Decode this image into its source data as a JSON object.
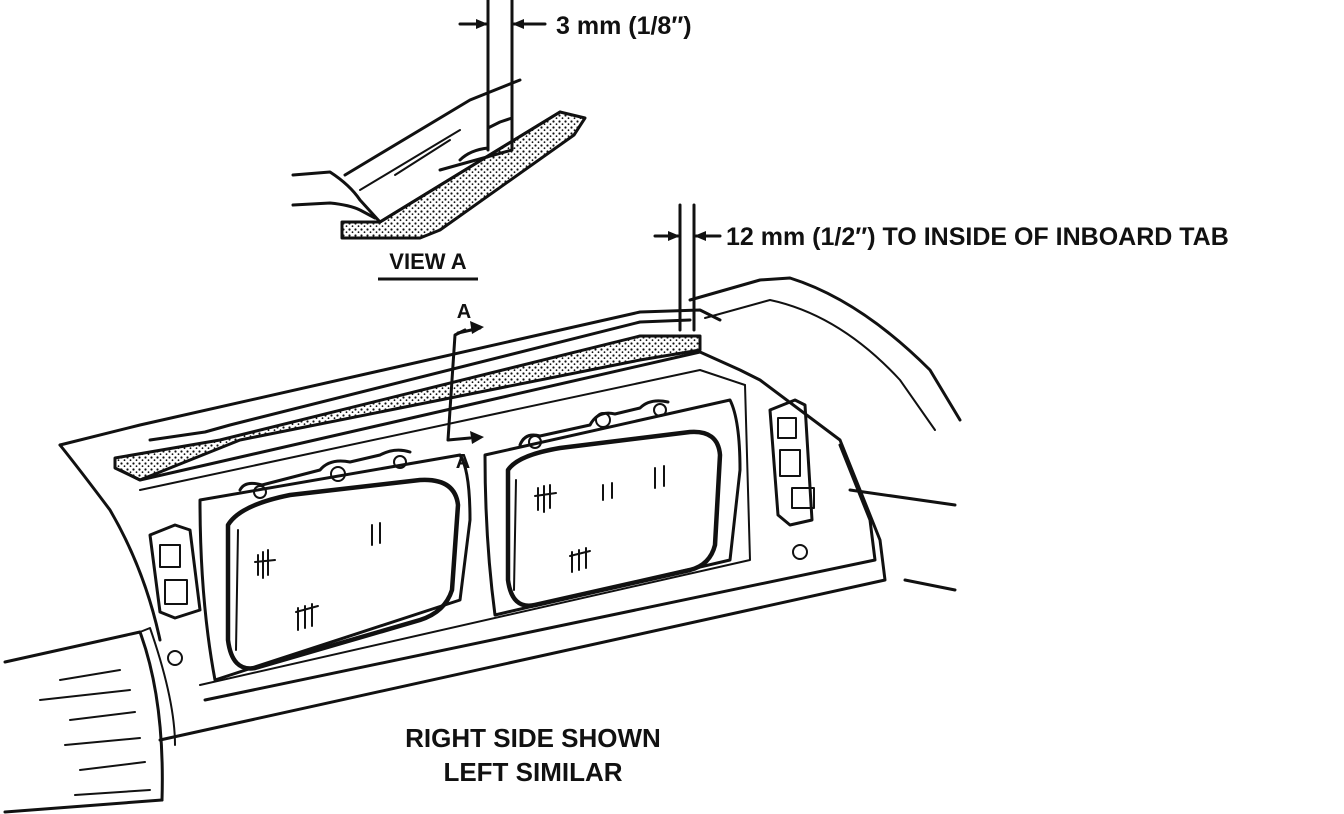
{
  "labels": {
    "dim_small": "3 mm (1/8″)",
    "dim_large": "12 mm (1/2″) TO INSIDE OF INBOARD TAB",
    "view": "VIEW A",
    "section_top": "A",
    "section_bottom": "A",
    "caption_line1": "RIGHT SIDE SHOWN",
    "caption_line2": "LEFT SIMILAR"
  },
  "colors": {
    "ink": "#111111",
    "paper": "#ffffff"
  }
}
